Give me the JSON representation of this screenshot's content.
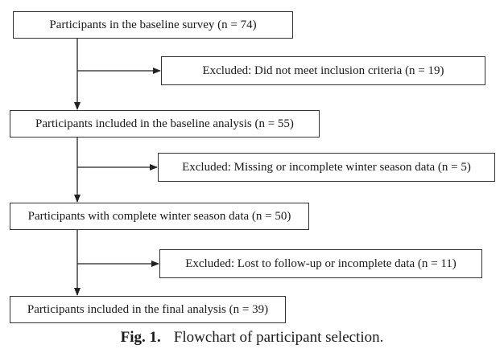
{
  "boxes": {
    "baseline_survey": "Participants in the baseline survey (n = 74)",
    "excluded_criteria": "Excluded: Did not meet inclusion criteria (n = 19)",
    "baseline_analysis": "Participants included in the baseline analysis (n = 55)",
    "excluded_winter": "Excluded: Missing or incomplete winter season data (n = 5)",
    "complete_winter": "Participants with complete winter season data (n = 50)",
    "excluded_followup": "Excluded: Lost to follow-up or incomplete data (n = 11)",
    "final_analysis": "Participants included in the final analysis (n = 39)"
  },
  "caption": {
    "label": "Fig. 1.",
    "text": "Flowchart of participant selection."
  }
}
